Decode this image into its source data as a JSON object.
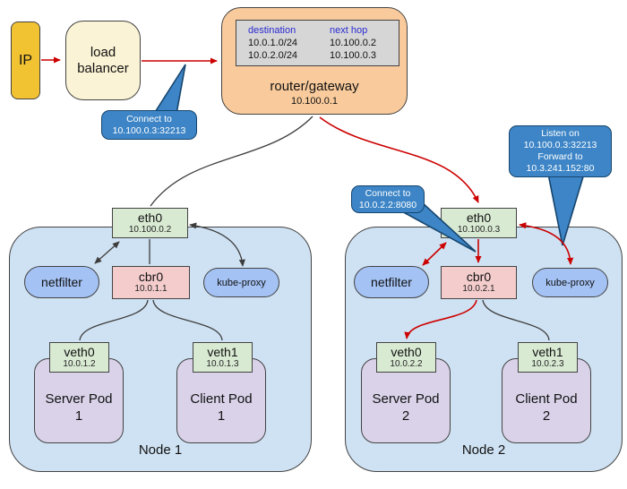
{
  "colors": {
    "flow_red": "#cc0000",
    "connector_black": "#3d3d3d",
    "callout_blue": "#3d85c6",
    "node_fill": "#cfe2f3",
    "pod_fill": "#d9d2e9",
    "interface_fill": "#d9ead3",
    "bridge_fill": "#f4cccc",
    "service_pill_fill": "#a4c2f4",
    "router_fill": "#f9cb9c",
    "load_balancer_fill": "#fbf3d5",
    "ip_fill": "#f1c232",
    "table_fill": "#d6d6d6",
    "table_header_text": "#2a2ad2"
  },
  "source": {
    "ip_label": "IP"
  },
  "load_balancer": {
    "line1": "load",
    "line2": "balancer"
  },
  "router": {
    "title": "router/gateway",
    "ip": "10.100.0.1",
    "route_table": {
      "headers": [
        "destination",
        "next hop"
      ],
      "rows": [
        [
          "10.0.1.0/24",
          "10.100.0.2"
        ],
        [
          "10.0.2.0/24",
          "10.100.0.3"
        ]
      ]
    }
  },
  "callouts": {
    "lb": {
      "line1": "Connect to",
      "line2": "10.100.0.3:32213"
    },
    "pod_connect": {
      "line1": "Connect to",
      "line2": "10.0.2.2:8080"
    },
    "listen": {
      "line1": "Listen on",
      "line2": "10.100.0.3:32213",
      "line3": "Forward to",
      "line4": "10.3.241.152:80"
    }
  },
  "node1": {
    "label": "Node 1",
    "eth0_name": "eth0",
    "eth0_ip": "10.100.0.2",
    "netfilter": "netfilter",
    "cbr0_name": "cbr0",
    "cbr0_ip": "10.0.1.1",
    "kube_proxy": "kube-proxy",
    "veth0_name": "veth0",
    "veth0_ip": "10.0.1.2",
    "veth1_name": "veth1",
    "veth1_ip": "10.0.1.3",
    "server_pod_line1": "Server Pod",
    "server_pod_line2": "1",
    "client_pod_line1": "Client Pod",
    "client_pod_line2": "1"
  },
  "node2": {
    "label": "Node 2",
    "eth0_name": "eth0",
    "eth0_ip": "10.100.0.3",
    "netfilter": "netfilter",
    "cbr0_name": "cbr0",
    "cbr0_ip": "10.0.2.1",
    "kube_proxy": "kube-proxy",
    "veth0_name": "veth0",
    "veth0_ip": "10.0.2.2",
    "veth1_name": "veth1",
    "veth1_ip": "10.0.2.3",
    "server_pod_line1": "Server Pod",
    "server_pod_line2": "2",
    "client_pod_line1": "Client Pod",
    "client_pod_line2": "2"
  }
}
